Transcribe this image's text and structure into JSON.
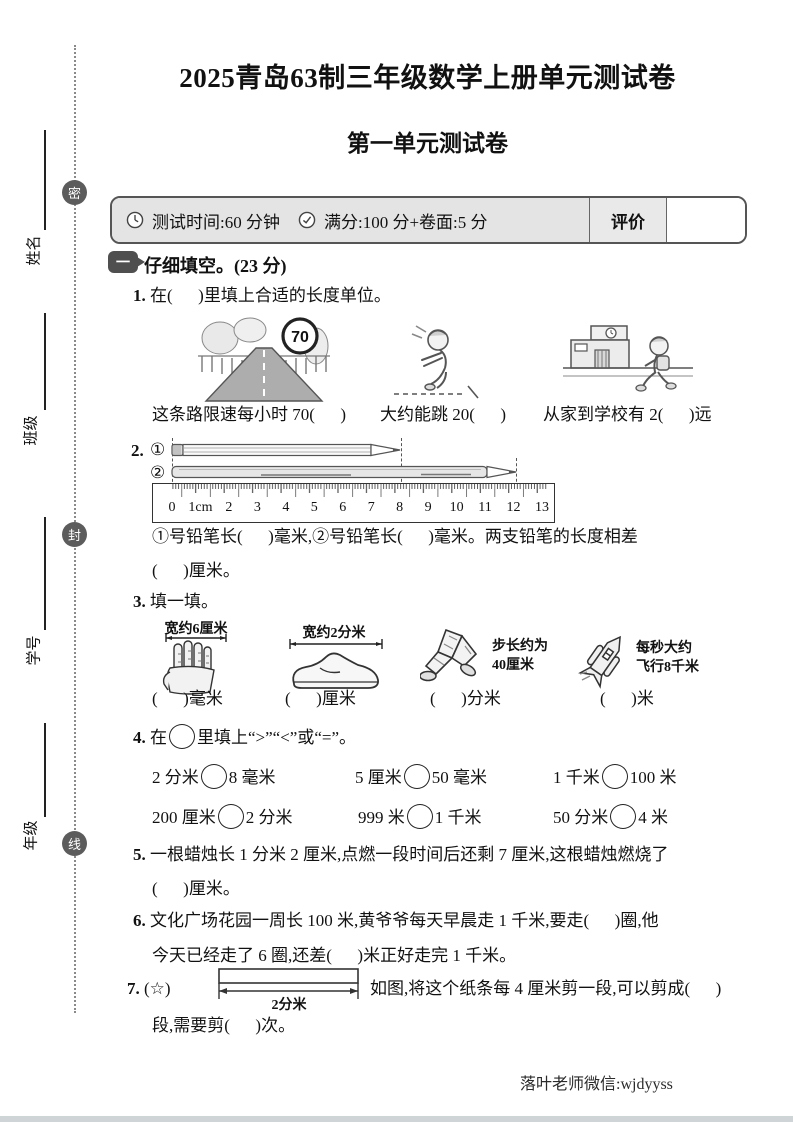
{
  "page": {
    "title": "2025青岛63制三年级数学上册单元测试卷",
    "subtitle": "第一单元测试卷",
    "footer": "落叶老师微信:wjdyyss"
  },
  "margin": {
    "seal_badges": [
      "密",
      "封",
      "线"
    ],
    "fields": [
      "姓名",
      "班级",
      "学号",
      "年级"
    ]
  },
  "info_bar": {
    "time": "测试时间:60 分钟",
    "score": "满分:100 分+卷面:5 分",
    "rating_label": "评价"
  },
  "section1": {
    "badge": "一",
    "title": "仔细填空。(23 分)"
  },
  "q1": {
    "number": "1.",
    "text": "在(      )里填上合适的长度单位。",
    "sign_value": "70",
    "captions": [
      "这条路限速每小时 70(      )",
      "大约能跳 20(      )",
      "从家到学校有 2(      )远"
    ]
  },
  "q2": {
    "number": "2.",
    "pencil1_label": "①",
    "pencil2_label": "②",
    "ruler_labels": [
      "0",
      "1cm",
      "2",
      "3",
      "4",
      "5",
      "6",
      "7",
      "8",
      "9",
      "10",
      "11",
      "12",
      "13"
    ],
    "line1": "①号铅笔长(      )毫米,②号铅笔长(      )毫米。两支铅笔的长度相差",
    "line2": "(      )厘米。"
  },
  "q3": {
    "number": "3.",
    "text": "填一填。",
    "items": [
      {
        "measure": "宽约6厘米",
        "answer": "(      )毫米"
      },
      {
        "measure": "宽约2分米",
        "answer": "(      )厘米"
      },
      {
        "measure_line1": "步长约为",
        "measure_line2": "40厘米",
        "answer": "(      )分米"
      },
      {
        "measure_line1": "每秒大约",
        "measure_line2": "飞行8千米",
        "answer": "(      )米"
      }
    ]
  },
  "q4": {
    "number": "4.",
    "text_pre": "在",
    "text_post": "里填上“>”“<”或“=”。",
    "rows": [
      [
        {
          "left": "2 分米",
          "right": "8 毫米"
        },
        {
          "left": "5 厘米",
          "right": "50 毫米"
        },
        {
          "left": "1 千米",
          "right": "100 米"
        }
      ],
      [
        {
          "left": "200 厘米",
          "right": "2 分米"
        },
        {
          "left": "999 米",
          "right": "1 千米"
        },
        {
          "left": "50 分米",
          "right": "4 米"
        }
      ]
    ]
  },
  "q5": {
    "number": "5.",
    "line1": "一根蜡烛长 1 分米 2 厘米,点燃一段时间后还剩 7 厘米,这根蜡烛燃烧了",
    "line2": "(      )厘米。"
  },
  "q6": {
    "number": "6.",
    "line1": "文化广场花园一周长 100 米,黄爷爷每天早晨走 1 千米,要走(      )圈,他",
    "line2": "今天已经走了 6 圈,还差(      )米正好走完 1 千米。"
  },
  "q7": {
    "number": "7.",
    "star": "(☆)",
    "strip_label": "2分米",
    "line1": "如图,将这个纸条每 4 厘米剪一段,可以剪成(      )",
    "line2": "段,需要剪(      )次。"
  }
}
